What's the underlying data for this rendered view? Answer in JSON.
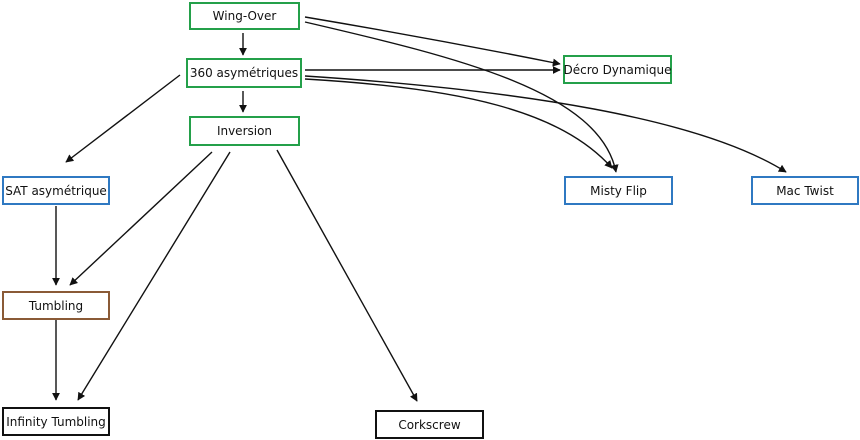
{
  "colors": {
    "green": "#24a04a",
    "blue": "#2f79c2",
    "brown": "#8a5a36",
    "black": "#111111",
    "edge": "#111111"
  },
  "nodes": {
    "wing_over": "Wing-Over",
    "asym360": "360 asymétriques",
    "inversion": "Inversion",
    "decro": "Décro Dynamique",
    "sat": "SAT asymétrique",
    "misty": "Misty Flip",
    "mac": "Mac Twist",
    "tumbling": "Tumbling",
    "infinity": "Infinity Tumbling",
    "corkscrew": "Corkscrew"
  },
  "edges": [
    [
      "wing_over",
      "asym360"
    ],
    [
      "wing_over",
      "decro"
    ],
    [
      "wing_over",
      "misty"
    ],
    [
      "asym360",
      "inversion"
    ],
    [
      "asym360",
      "decro"
    ],
    [
      "asym360",
      "sat"
    ],
    [
      "asym360",
      "misty"
    ],
    [
      "asym360",
      "mac"
    ],
    [
      "inversion",
      "tumbling"
    ],
    [
      "inversion",
      "infinity"
    ],
    [
      "inversion",
      "corkscrew"
    ],
    [
      "sat",
      "tumbling"
    ],
    [
      "tumbling",
      "infinity"
    ]
  ]
}
